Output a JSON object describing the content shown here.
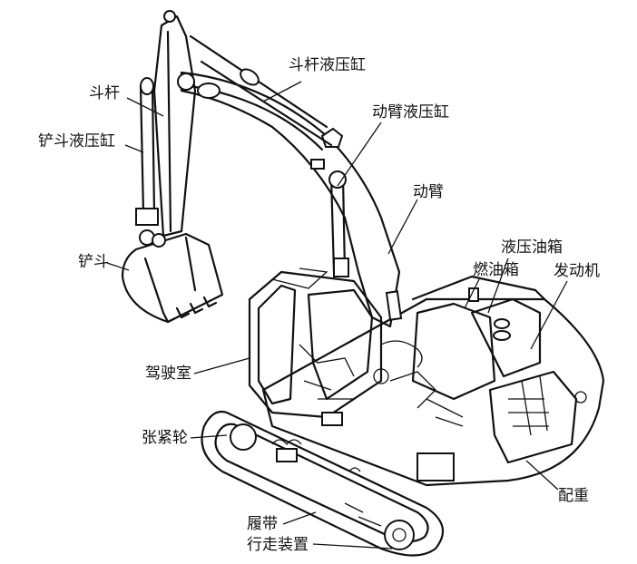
{
  "labels": {
    "arm_cylinder": "斗杆液压缸",
    "arm": "斗杆",
    "bucket_cylinder": "铲斗液压缸",
    "boom_cylinder": "动臂液压缸",
    "boom": "动臂",
    "hydraulic_tank": "液压油箱",
    "fuel_tank": "燃油箱",
    "engine": "发动机",
    "bucket": "铲斗",
    "cab": "驾驶室",
    "idler": "张紧轮",
    "counterweight": "配重",
    "track": "履带",
    "undercarriage": "行走装置"
  }
}
